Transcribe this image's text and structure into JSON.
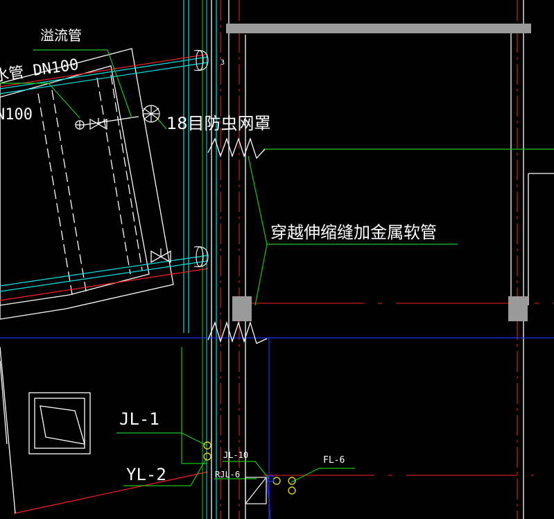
{
  "drawing": {
    "background": "#000000",
    "colors": {
      "white": "#ffffff",
      "cyan": "#00e5e5",
      "red": "#ff2020",
      "green": "#18c818",
      "blue": "#2030ff",
      "gray": "#9a9a9a",
      "yellow": "#e0d020"
    },
    "labels": {
      "overflow_pipe": "溢流管",
      "pipe_dn_top": "水管 DN100",
      "pipe_dn_left": "N100",
      "insect_screen": "18目防虫网罩",
      "expansion_joint": "穿越伸缩缝加金属软管",
      "jl1": "JL-1",
      "yl2": "YL-2",
      "jl10": "JL-10",
      "rjl6": "RJL-6",
      "fl6": "FL-6",
      "small_mark": "3"
    }
  }
}
